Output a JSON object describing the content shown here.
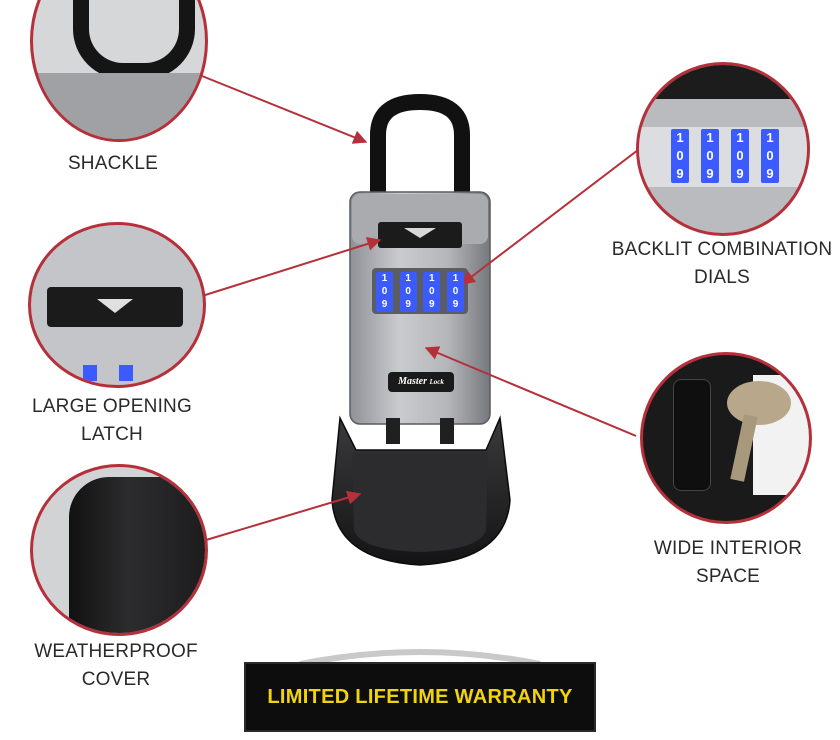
{
  "callouts": {
    "shackle": "SHACKLE",
    "dials_line1": "BACKLIT COMBINATION",
    "dials_line2": "DIALS",
    "latch_line1": "LARGE OPENING",
    "latch_line2": "LATCH",
    "interior_line1": "WIDE INTERIOR",
    "interior_line2": "SPACE",
    "cover_line1": "WEATHERPROOF",
    "cover_line2": "COVER"
  },
  "brand": {
    "logo_text": "Master",
    "logo_sub": "Lock"
  },
  "dials": {
    "top": "1",
    "middle": "0",
    "bottom": "9",
    "count": 4
  },
  "warranty": {
    "text": "LIMITED LIFETIME WARRANTY",
    "text_color": "#f2d40d"
  },
  "colors": {
    "accent_red": "#b5303a",
    "dial_blue": "#3b5bff"
  }
}
